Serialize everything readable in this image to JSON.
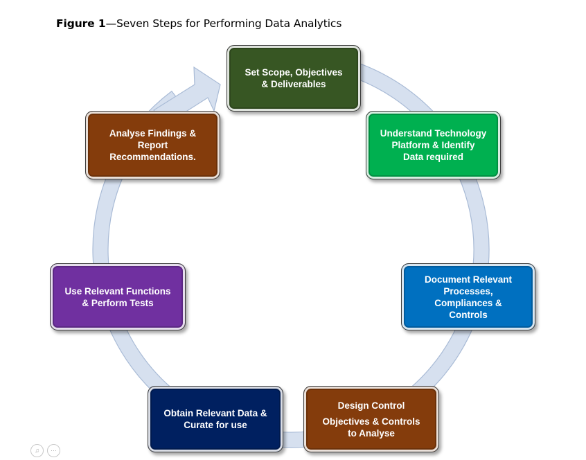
{
  "caption": {
    "figure_label": "Figure 1",
    "title": "—Seven Steps for Performing Data Analytics"
  },
  "steps": [
    {
      "lines": [
        "Set Scope, Objectives",
        "& Deliverables"
      ],
      "color": "#375623"
    },
    {
      "lines": [
        "Understand Technology",
        "Platform & Identify",
        "Data required"
      ],
      "color": "#00b050"
    },
    {
      "lines": [
        "Document Relevant",
        "Processes,",
        "Compliances &",
        "Controls"
      ],
      "color": "#0070c0"
    },
    {
      "lines": [
        "Design Control",
        "Objectives & Controls",
        "to Analyse"
      ],
      "color": "#843c0c"
    },
    {
      "lines": [
        "Obtain Relevant Data &",
        "Curate for use"
      ],
      "color": "#002060"
    },
    {
      "lines": [
        "Use Relevant Functions",
        "& Perform Tests"
      ],
      "color": "#7030a0"
    },
    {
      "lines": [
        "Analyse Findings &",
        "Report",
        "Recommendations."
      ],
      "color": "#843c0c"
    }
  ],
  "cycle_arrow": {
    "fill": "#d6e0ef",
    "stroke": "#a9bbd6"
  },
  "controls": {
    "left_icon": "audio-icon",
    "right_icon": "more-icon"
  }
}
